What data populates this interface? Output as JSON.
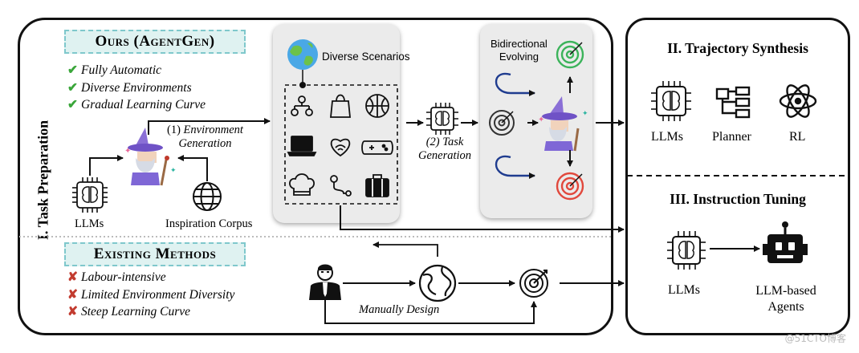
{
  "section1_title": "I. Task Preparation",
  "ours": {
    "banner": "Ours (AgentGen)",
    "items": [
      "Fully Automatic",
      "Diverse Environments",
      "Gradual Learning Curve"
    ]
  },
  "existing": {
    "banner": "Existing Methods",
    "items": [
      "Labour-intensive",
      "Limited Environment Diversity",
      "Steep Learning Curve"
    ]
  },
  "labels": {
    "llms_left": "LLMs",
    "inspiration": "Inspiration Corpus",
    "env_gen": "(1) Environment Generation",
    "env_gen_num": "(1)",
    "env_gen_a": "Environment",
    "env_gen_b": "Generation",
    "diverse": "Diverse Scenarios",
    "task_gen_a": "(2) Task",
    "task_gen_b": "Generation",
    "bidir_a": "Bidirectional",
    "bidir_b": "Evolving",
    "manual": "Manually Design"
  },
  "right": {
    "traj_title": "II. Trajectory Synthesis",
    "traj_items": [
      "LLMs",
      "Planner",
      "RL"
    ],
    "inst_title": "III. Instruction Tuning",
    "inst_items": [
      "LLMs",
      "LLM-based",
      "Agents"
    ]
  },
  "watermark": "@51CTO博客",
  "colors": {
    "banner_bg": "#dff2f1",
    "banner_border": "#7fc8cc",
    "check": "#3aa63a",
    "cross": "#c23b2f",
    "target_red": "#e1483c",
    "target_green": "#3bb35a",
    "loop_blue": "#1f3c8f"
  }
}
